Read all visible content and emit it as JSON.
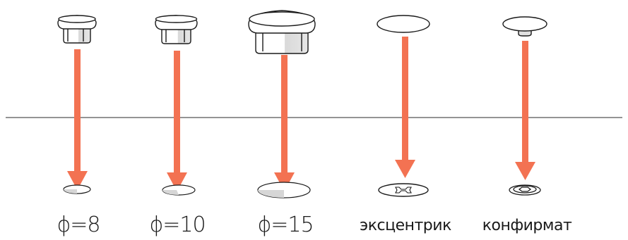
{
  "items": [
    {
      "label": "ϕ=8"
    },
    {
      "label": "ϕ=10"
    },
    {
      "label": "ϕ=15"
    },
    {
      "label": "эксцентрик"
    },
    {
      "label": "конфирмат"
    }
  ],
  "colors": {
    "arrow": "#f37252",
    "stroke": "#1a1a1a",
    "hole_fill": "#dcdcdc",
    "cap_fill": "#ffffff",
    "cap_shade": "#d9d9d9"
  },
  "icons": [
    "plug-cap-icon",
    "plug-cap-icon",
    "plug-cap-icon",
    "eccentric-cover-icon",
    "confirmat-cover-icon",
    "hole-icon",
    "eccentric-hole-icon",
    "confirmat-hole-icon"
  ]
}
